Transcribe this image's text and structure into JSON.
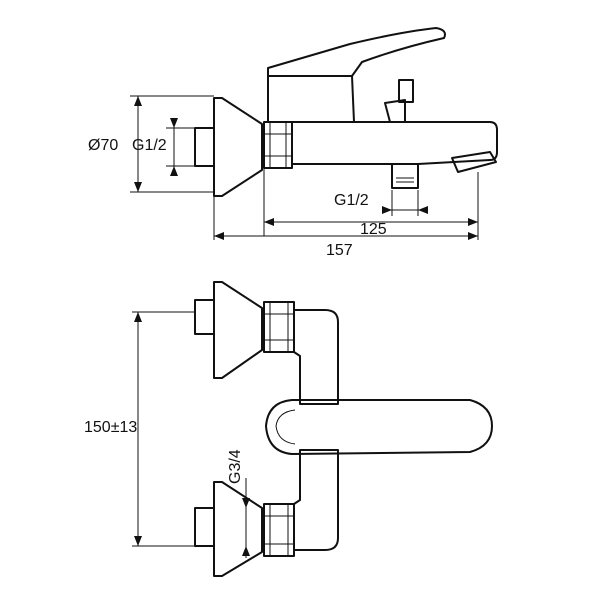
{
  "dimensions": {
    "flange_diameter": "Ø70",
    "inlet_thread_top": "G1/2",
    "spout_thread": "G1/2",
    "body_length": "125",
    "overall_length": "157",
    "center_distance": "150±13",
    "inlet_thread_bottom": "G3/4"
  },
  "colors": {
    "line": "#111111",
    "background": "#ffffff"
  }
}
